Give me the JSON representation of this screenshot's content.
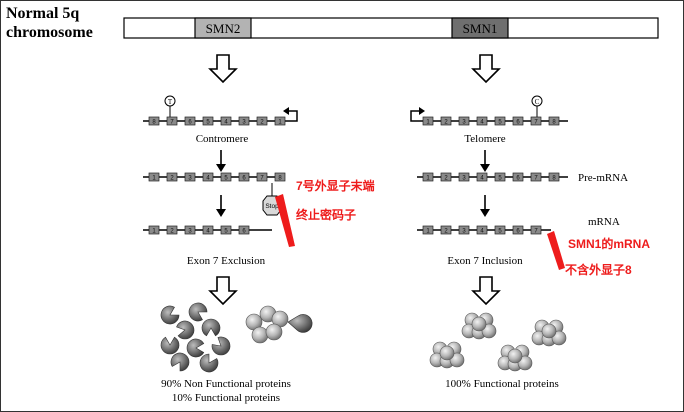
{
  "header": {
    "chromosome_label_line1": "Normal 5q",
    "chromosome_label_line2": "chromosome",
    "smn2_label": "SMN2",
    "smn1_label": "SMN1"
  },
  "left": {
    "t_marker": "T",
    "orientation_label": "Contromere",
    "exclusion_label": "Exon 7 Exclusion",
    "stop_label": "Stop",
    "exon_numbers_gene": [
      "8",
      "7",
      "6",
      "5",
      "4",
      "3",
      "2",
      "1"
    ],
    "exon_numbers_premrna": [
      "1",
      "2",
      "3",
      "4",
      "5",
      "6",
      "7",
      "8"
    ],
    "exon_numbers_mrna": [
      "1",
      "2",
      "3",
      "4",
      "5",
      "6"
    ],
    "caption_line1": "90% Non Functional proteins",
    "caption_line2": "10% Functional proteins",
    "annotation_exon8": "7号外显子末端",
    "annotation_stop": "终止密码子"
  },
  "right": {
    "c_marker": "C",
    "orientation_label": "Telomere",
    "premrna_label": "Pre-mRNA",
    "mrna_label": "mRNA",
    "inclusion_label": "Exon 7 Inclusion",
    "exon_numbers_gene": [
      "1",
      "2",
      "3",
      "4",
      "5",
      "6",
      "7",
      "8"
    ],
    "exon_numbers_premrna": [
      "1",
      "2",
      "3",
      "4",
      "5",
      "6",
      "7",
      "8"
    ],
    "exon_numbers_mrna": [
      "1",
      "2",
      "3",
      "4",
      "5",
      "6",
      "7"
    ],
    "caption": "100% Functional proteins",
    "annotation_smn1_mrna": "SMN1的mRNA",
    "annotation_no_exon8": "不含外显子8"
  },
  "colors": {
    "exon_fill": "#8a8a8a",
    "smn2_fill": "#b3b3b3",
    "smn1_fill": "#6f6f6f",
    "annotation_red": "#ee1c1c"
  }
}
